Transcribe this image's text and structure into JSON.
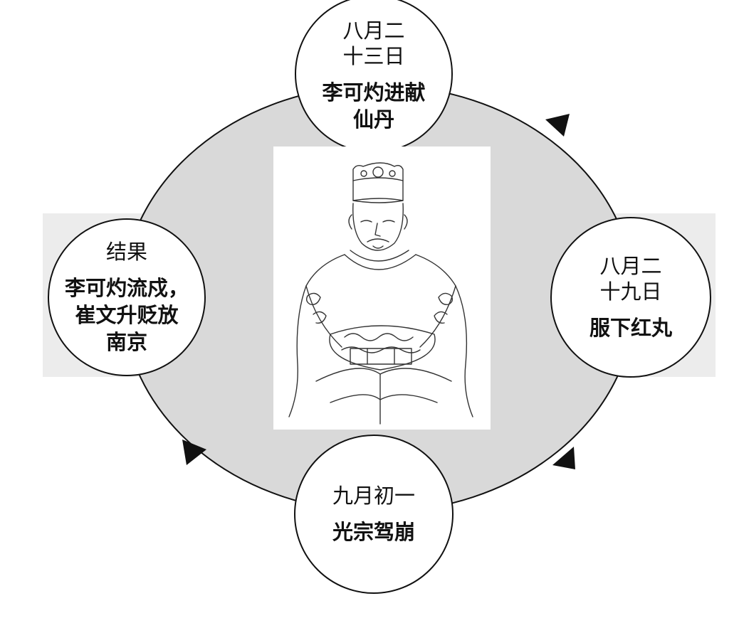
{
  "colors": {
    "ring_fill": "#d9d9d9",
    "stroke": "#111111",
    "circle_fill": "#ffffff",
    "portrait_bg": "#ffffff"
  },
  "portrait": {
    "icon": "seated-emperor-portrait-sketch"
  },
  "nodes": {
    "top": {
      "date_lines": [
        "八月二",
        "十三日"
      ],
      "event_lines": [
        "李可灼进献",
        "仙丹"
      ]
    },
    "right": {
      "date_lines": [
        "八月二",
        "十九日"
      ],
      "event_lines": [
        "服下红丸"
      ]
    },
    "bottom": {
      "date_lines": [
        "九月初一"
      ],
      "event_lines": [
        "光宗驾崩"
      ]
    },
    "left": {
      "date_lines": [
        "结果"
      ],
      "event_lines": [
        "李可灼流戍，",
        "崔文升贬放",
        "南京"
      ]
    }
  },
  "arrows": [
    "arrow-top-right",
    "arrow-bottom-right",
    "arrow-bottom-left"
  ]
}
